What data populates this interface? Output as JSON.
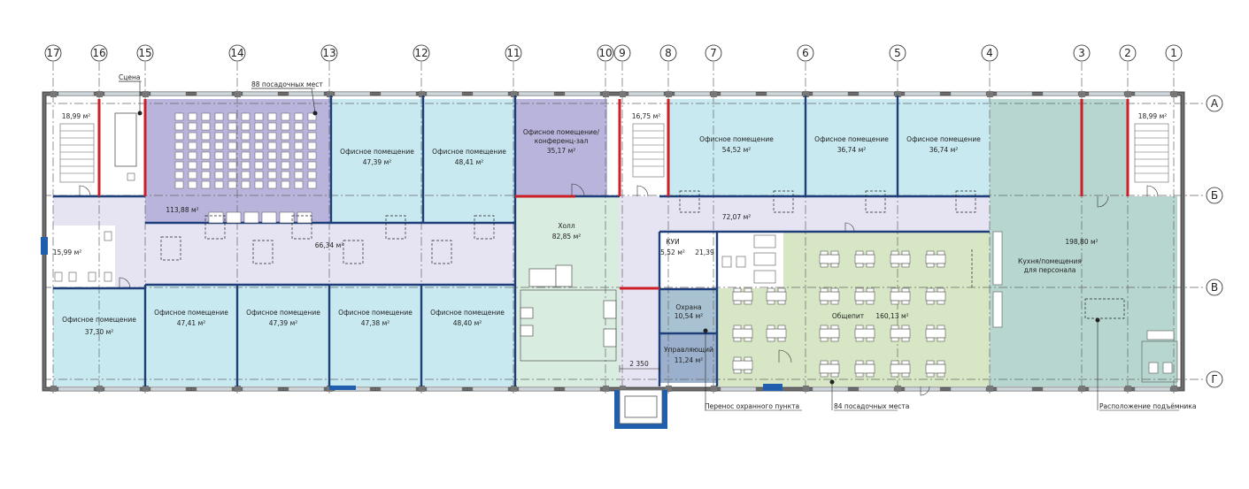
{
  "axes_top": [
    "17",
    "16",
    "15",
    "14",
    "13",
    "12",
    "11",
    "10",
    "9",
    "8",
    "7",
    "6",
    "5",
    "4",
    "3",
    "2",
    "1"
  ],
  "axes_right": [
    "А",
    "Б",
    "В",
    "Г"
  ],
  "rooms": {
    "stair_left": {
      "area": "18,99 м²"
    },
    "stage_hall": {
      "area": "113,88 м²"
    },
    "office_1": {
      "name": "Офисное помещение",
      "area": "47,39 м²"
    },
    "office_2": {
      "name": "Офисное помещение",
      "area": "48,41 м²"
    },
    "conference": {
      "name1": "Офисное помещение/",
      "name2": "конференц-зал",
      "area": "35,17 м²"
    },
    "stair_mid": {
      "area": "16,75 м²"
    },
    "office_3": {
      "name": "Офисное помещение",
      "area": "54,52 м²"
    },
    "office_4": {
      "name": "Офисное помещение",
      "area": "36,74 м²"
    },
    "office_5": {
      "name": "Офисное помещение",
      "area": "36,74 м²"
    },
    "stair_right": {
      "area": "18,99 м²"
    },
    "wc_left": {
      "area": "15,99 м²"
    },
    "corridor_left": {
      "area": "66,34 м²"
    },
    "hall": {
      "name": "Холл",
      "area": "82,85 м²"
    },
    "corridor_right": {
      "area": "72,07 м²"
    },
    "kui": {
      "name": "КУИ",
      "area": "5,52 м²"
    },
    "wc_mid": {
      "area": "21,39"
    },
    "kitchen": {
      "name1": "Кухня/помещения",
      "name2": "для персонала",
      "area": "198,80 м²"
    },
    "office_6": {
      "name": "Офисное помещение",
      "area": "37,30 м²"
    },
    "office_7": {
      "name": "Офисное помещение",
      "area": "47,41 м²"
    },
    "office_8": {
      "name": "Офисное помещение",
      "area": "47,39 м²"
    },
    "office_9": {
      "name": "Офисное помещение",
      "area": "47,38 м²"
    },
    "office_10": {
      "name": "Офисное помещение",
      "area": "48,40 м²"
    },
    "security": {
      "name": "Охрана",
      "area": "10,54 м²"
    },
    "manager": {
      "name": "Управляющий",
      "area": "11,24 м²"
    },
    "canteen": {
      "name": "Общепит",
      "area": "160,13 м²"
    }
  },
  "callouts": {
    "stage": "Сцена",
    "seats_88": "88 посадочных мест",
    "seats_84": "84 посадочных места",
    "security_move": "Перенос охранного пункта",
    "lift_location": "Расположение подъёмника"
  },
  "dimension": "2 350",
  "colors": {
    "office": "#c8e9f0",
    "hall": "#d8ecdf",
    "corridor": "#e6e3f2",
    "conference": "#b9b4dc",
    "canteen": "#d7e7c5",
    "kitchen": "#b6d6cf",
    "security": "#a9c2d2",
    "manager": "#9bb0cc",
    "wall": "#555555",
    "partition": "#1f3f7a",
    "accent_red": "#cc1f28"
  }
}
